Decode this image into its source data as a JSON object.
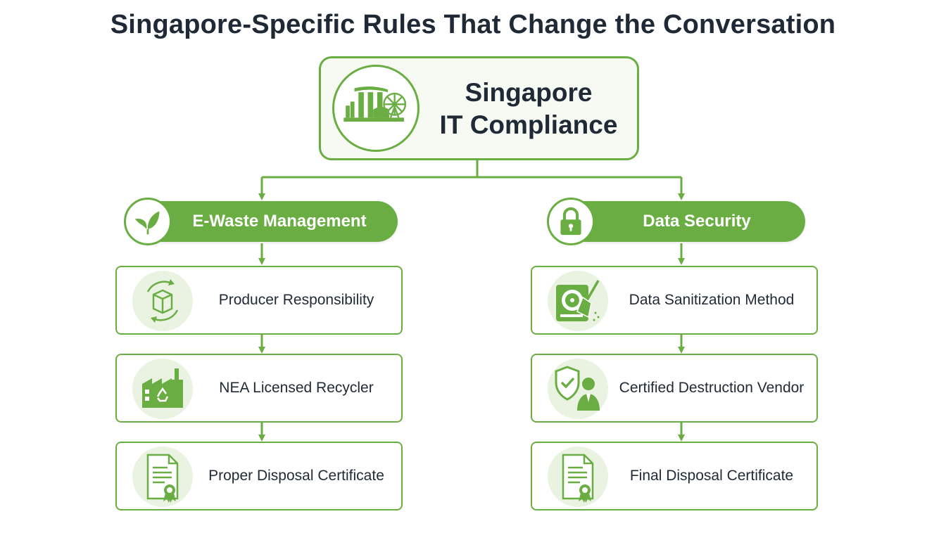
{
  "title": "Singapore-Specific Rules That Change the Conversation",
  "colors": {
    "accent": "#6aae43",
    "icon_bg": "#eaf3e2",
    "text": "#1f2a36"
  },
  "root": {
    "title_line1": "Singapore",
    "title_line2": "IT Compliance",
    "icon": "singapore-skyline-icon"
  },
  "branches": [
    {
      "label": "E-Waste Management",
      "icon": "leaf-icon",
      "items": [
        {
          "label": "Producer Responsibility",
          "icon": "recycle-box-icon"
        },
        {
          "label": "NEA Licensed Recycler",
          "icon": "recycling-factory-icon"
        },
        {
          "label": "Proper Disposal Certificate",
          "icon": "certificate-icon"
        }
      ]
    },
    {
      "label": "Data Security",
      "icon": "padlock-icon",
      "items": [
        {
          "label": "Data Sanitization Method",
          "icon": "hard-drive-broom-icon"
        },
        {
          "label": "Certified Destruction Vendor",
          "icon": "shield-person-icon"
        },
        {
          "label": "Final Disposal Certificate",
          "icon": "certificate-icon"
        }
      ]
    }
  ]
}
